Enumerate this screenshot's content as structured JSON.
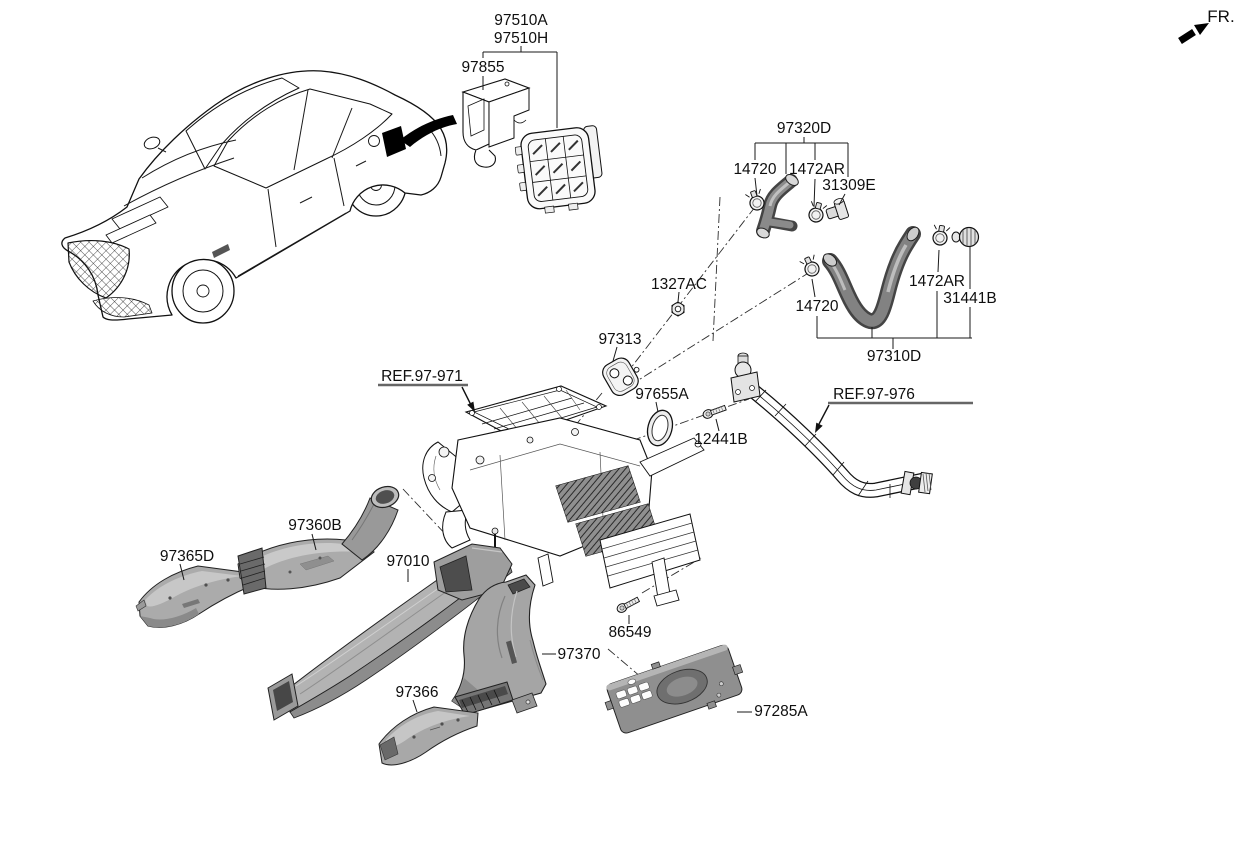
{
  "direction_indicator": {
    "label": "FR."
  },
  "references": {
    "hvac_unit": "REF.97-971",
    "heater_pipes": "REF.97-976"
  },
  "callouts": {
    "c97510A": "97510A",
    "c97510H": "97510H",
    "c97855": "97855",
    "c97320D": "97320D",
    "c14720_upper": "14720",
    "c1472AR_upper": "1472AR",
    "c31309E": "31309E",
    "c1327AC": "1327AC",
    "c14720_lower": "14720",
    "c1472AR_lower": "1472AR",
    "c31441B": "31441B",
    "c97310D": "97310D",
    "c97313": "97313",
    "c97655A": "97655A",
    "c12441B": "12441B",
    "c97360B": "97360B",
    "c97365D": "97365D",
    "c97010": "97010",
    "c97366": "97366",
    "c97370": "97370",
    "c86549": "86549",
    "c97285A": "97285A"
  },
  "palette": {
    "background": "#ffffff",
    "line_art": "#1a1a1a",
    "duct_gray": "#a8a8a8",
    "hose_gray": "#4a4a4a",
    "ref_underline": "#666666"
  }
}
